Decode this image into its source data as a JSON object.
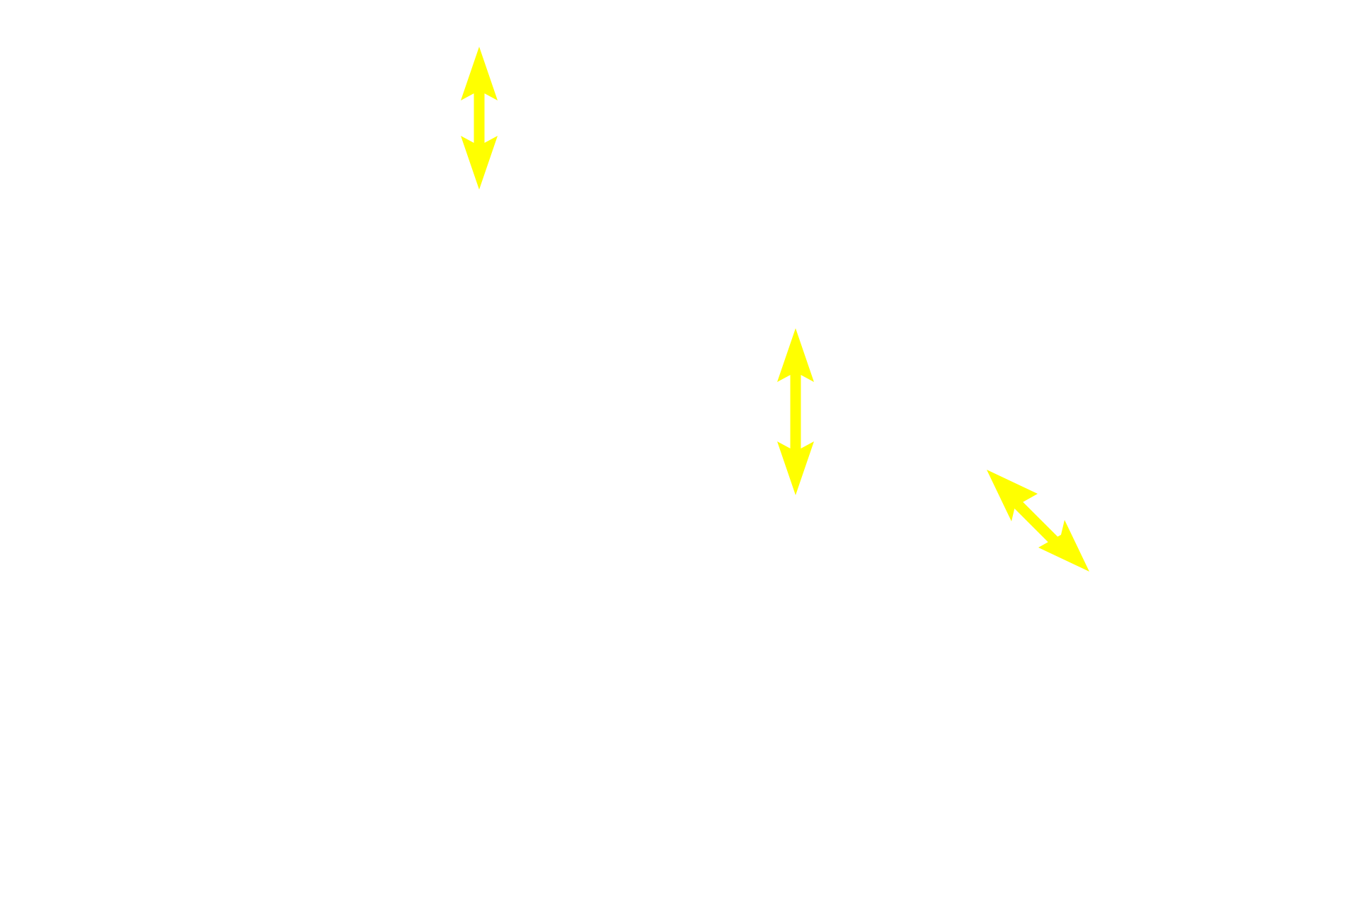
{
  "background_color": "#ffffff",
  "arrow_color": "#ffff00",
  "arrows": [
    {
      "icon": "vertical-double-arrow-icon",
      "orientation": "vertical"
    },
    {
      "icon": "vertical-double-arrow-icon",
      "orientation": "vertical"
    },
    {
      "icon": "diagonal-double-arrow-icon",
      "orientation": "diagonal"
    }
  ]
}
